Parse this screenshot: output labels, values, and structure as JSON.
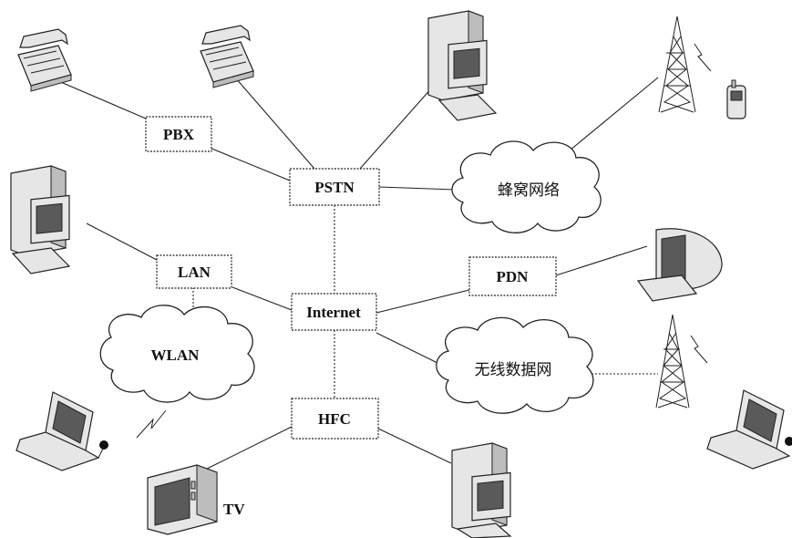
{
  "nodes": {
    "pbx": "PBX",
    "pstn": "PSTN",
    "cellular": "蜂窝网络",
    "lan": "LAN",
    "pdn": "PDN",
    "internet": "Internet",
    "wlan": "WLAN",
    "wireless_data": "无线数据网",
    "hfc": "HFC"
  },
  "devices": {
    "tv_label": "TV"
  }
}
